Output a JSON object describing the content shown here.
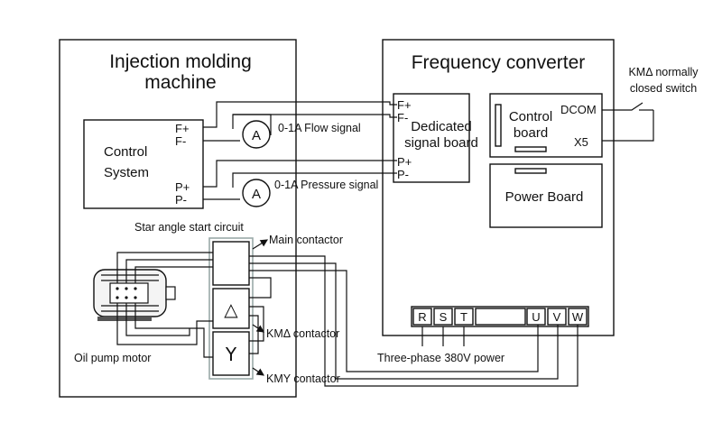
{
  "imm": {
    "title_line1": "Injection molding",
    "title_line2": "machine",
    "control_line1": "Control",
    "control_line2": "System",
    "port_fp": "F+",
    "port_fm": "F-",
    "port_pp": "P+",
    "port_pm": "P-",
    "ammeter_symbol": "A",
    "flow_signal": "0-1A Flow signal",
    "pressure_signal": "0-1A Pressure signal",
    "star_circuit": "Star angle start circuit",
    "main_contactor": "Main contactor",
    "kmd_contactor": "KMΔ contactor",
    "kmy_contactor": "KMY contactor",
    "delta_symbol": "△",
    "y_symbol": "Y",
    "motor_label": "Oil pump motor"
  },
  "fc": {
    "title": "Frequency converter",
    "port_fp": "F+",
    "port_fm": "F-",
    "port_pp": "P+",
    "port_pm": "P-",
    "dedicated_line1": "Dedicated",
    "dedicated_line2": "signal board",
    "control_board_line1": "Control",
    "control_board_line2": "board",
    "dcom": "DCOM",
    "x5": "X5",
    "power_board": "Power Board",
    "terminals": [
      "R",
      "S",
      "T",
      "U",
      "V",
      "W"
    ],
    "three_phase": "Three-phase 380V power"
  },
  "switch": {
    "line1": "KMΔ normally",
    "line2": "closed switch"
  }
}
